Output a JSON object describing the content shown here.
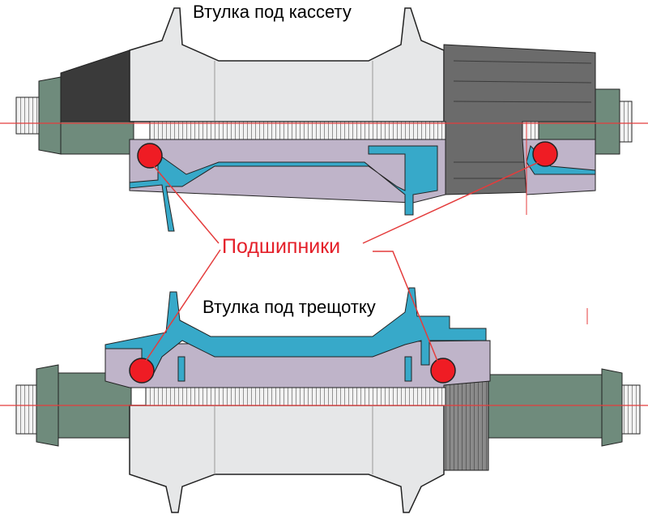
{
  "labels": {
    "cassette_hub": "Втулка под кассету",
    "freewheel_hub": "Втулка под трещотку",
    "bearings": "Подшипники"
  },
  "colors": {
    "axle_line": "#e43c3c",
    "bearing": "#ef1c24",
    "bearing_label": "#e4202a",
    "hub_shell_light": "#e6e7e8",
    "hub_body_cutaway": "#bfb4c9",
    "cross_section": "#37a9c9",
    "axle_green": "#6f8b7c",
    "cassette_dark": "#6b6b6b",
    "outline": "#222222"
  }
}
